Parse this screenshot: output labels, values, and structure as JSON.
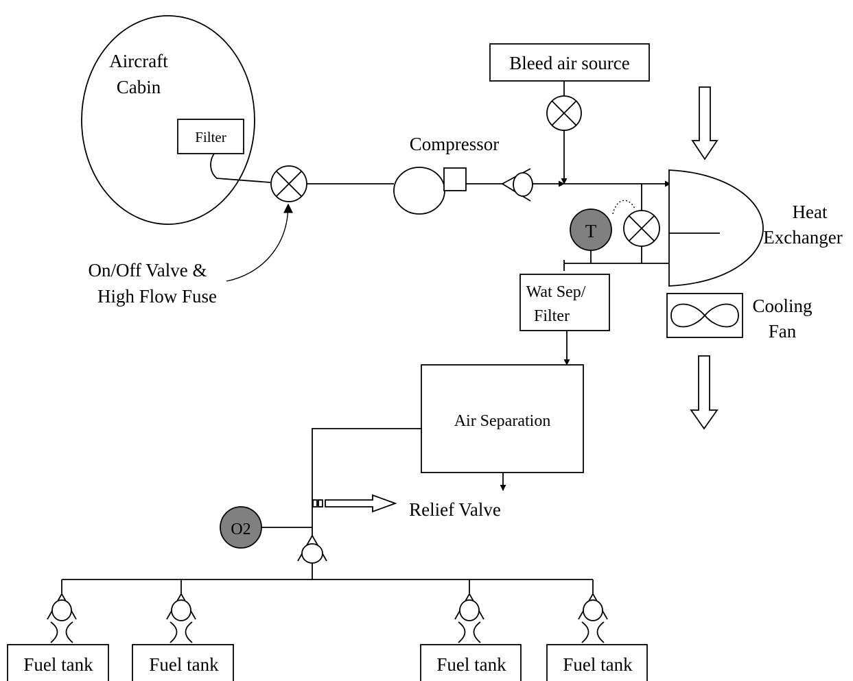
{
  "labels": {
    "cabin_line1": "Aircraft",
    "cabin_line2": "Cabin",
    "filter": "Filter",
    "compressor": "Compressor",
    "bleed_air": "Bleed air source",
    "heat_exchanger_line1": "Heat",
    "heat_exchanger_line2": "Exchanger",
    "onoff_line1": "On/Off Valve &",
    "onoff_line2": "High Flow Fuse",
    "temp_sensor": "T",
    "watsep_line1": "Wat Sep/",
    "watsep_line2": "Filter",
    "cooling_fan_line1": "Cooling",
    "cooling_fan_line2": "Fan",
    "air_separation": "Air Separation",
    "relief_valve": "Relief Valve",
    "o2_sensor": "O2",
    "fuel_tanks": [
      "Fuel tank",
      "Fuel tank",
      "Fuel tank",
      "Fuel tank"
    ]
  }
}
